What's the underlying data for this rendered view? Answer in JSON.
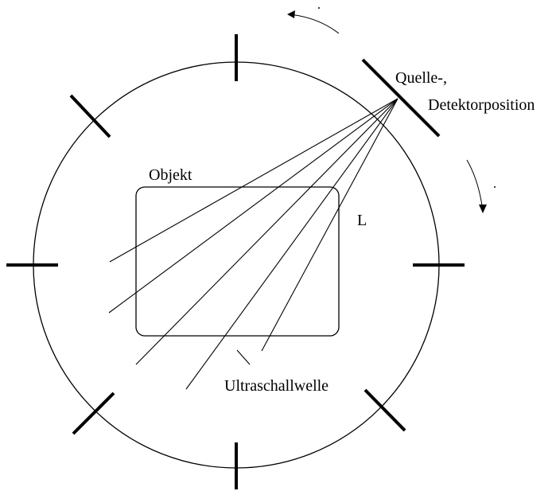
{
  "labels": {
    "source": "Quelle-,",
    "detector": "Detektorposition",
    "object": "Objekt",
    "length": "L",
    "wave": "Ultraschallwelle"
  }
}
